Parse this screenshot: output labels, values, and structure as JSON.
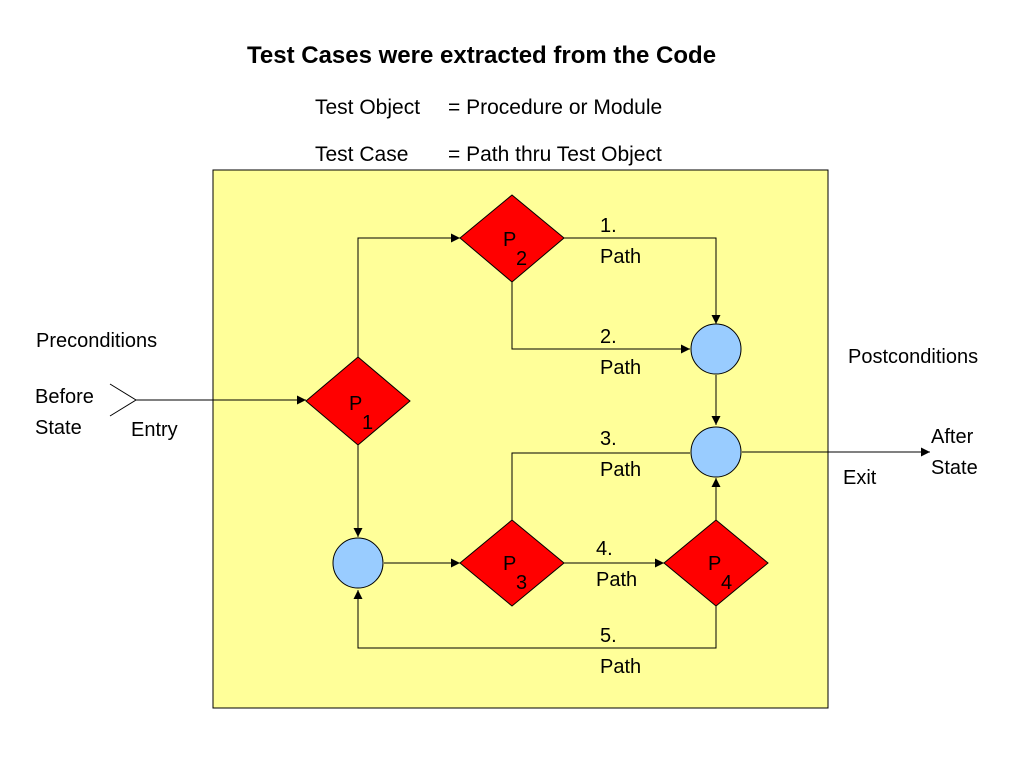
{
  "title": "Test Cases were extracted from the Code",
  "definitions": {
    "object_term": "Test Object",
    "object_def": "= Procedure or Module",
    "case_term": "Test Case",
    "case_def": "= Path thru Test Object"
  },
  "labels": {
    "preconditions": "Preconditions",
    "before_state_1": "Before",
    "before_state_2": "State",
    "entry": "Entry",
    "postconditions": "Postconditions",
    "after_state_1": "After",
    "after_state_2": "State",
    "exit": "Exit"
  },
  "paths": [
    {
      "num": "1.",
      "word": "Path"
    },
    {
      "num": "2.",
      "word": "Path"
    },
    {
      "num": "3.",
      "word": "Path"
    },
    {
      "num": "4.",
      "word": "Path"
    },
    {
      "num": "5.",
      "word": "Path"
    }
  ],
  "predicates": [
    {
      "letter": "P",
      "sub": "1"
    },
    {
      "letter": "P",
      "sub": "2"
    },
    {
      "letter": "P",
      "sub": "3"
    },
    {
      "letter": "P",
      "sub": "4"
    }
  ],
  "colors": {
    "box_fill": "#ffff99",
    "diamond_fill": "#ff0000",
    "node_fill": "#99ccff",
    "stroke": "#000000"
  }
}
